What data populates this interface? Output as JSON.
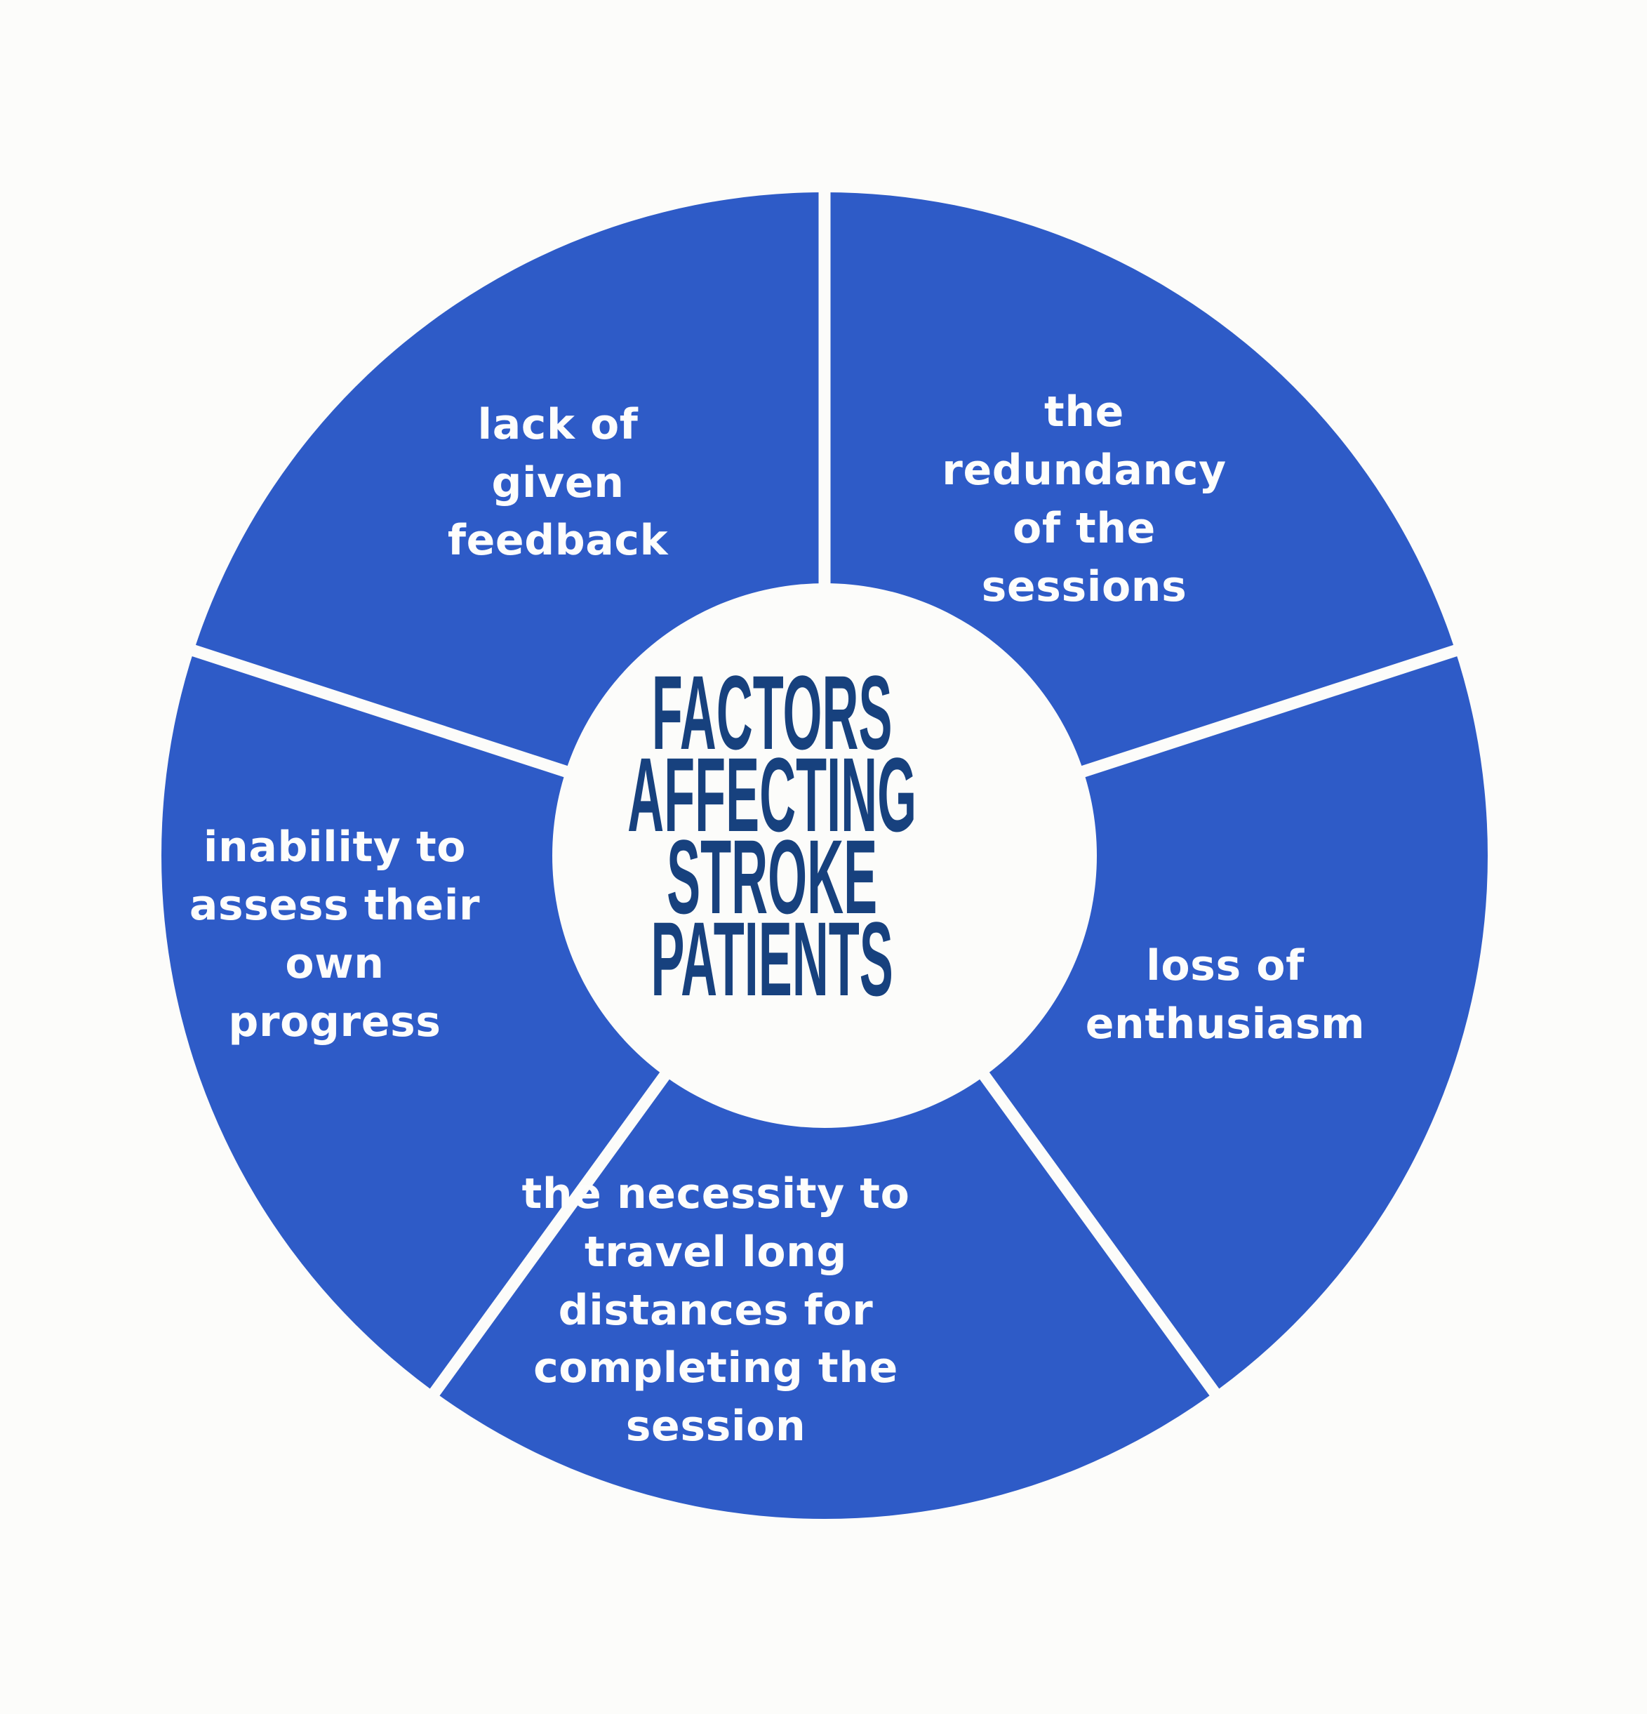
{
  "figure": {
    "title": "FACTORS\nAFFECTING\nSTROKE\nPATIENTS",
    "segments": [
      {
        "id": "lack-of-given-feedback",
        "label": "lack of\ngiven\nfeedback"
      },
      {
        "id": "redundancy-of-sessions",
        "label": "the\nredundancy\nof the\nsessions"
      },
      {
        "id": "loss-of-enthusiasm",
        "label": "loss of\nenthusiasm"
      },
      {
        "id": "travel-long-distances",
        "label": "the necessity to\ntravel long\ndistances for\ncompleting the\nsession"
      },
      {
        "id": "inability-to-assess",
        "label": "inability to\nassess their\nown\nprogress"
      }
    ]
  },
  "colors": {
    "background": "#fcfcfa",
    "segment": "#2e5bc7",
    "divider": "#fcfcfa",
    "inner_circle": "#fcfcfa",
    "title_text": "#17417e",
    "label_text": "#fdfdfc"
  },
  "chart_data": {
    "type": "pie",
    "subtype": "donut",
    "title": "FACTORS AFFECTING STROKE PATIENTS",
    "title_position": "center-hole",
    "equal_segments": true,
    "segment_count": 5,
    "values_shown": false,
    "categories": [
      "lack of given feedback",
      "the redundancy of the sessions",
      "loss of enthusiasm",
      "the necessity to travel long distances for completing the session",
      "inability to assess their own progress"
    ],
    "segment_order": "clockwise-from-top",
    "segment_color": "#2e5bc7",
    "label_color": "#fdfdfc",
    "label_position": "inside",
    "divider_angles_deg_from_vertical": [
      0,
      72,
      144,
      216,
      288
    ],
    "legend": "none"
  }
}
